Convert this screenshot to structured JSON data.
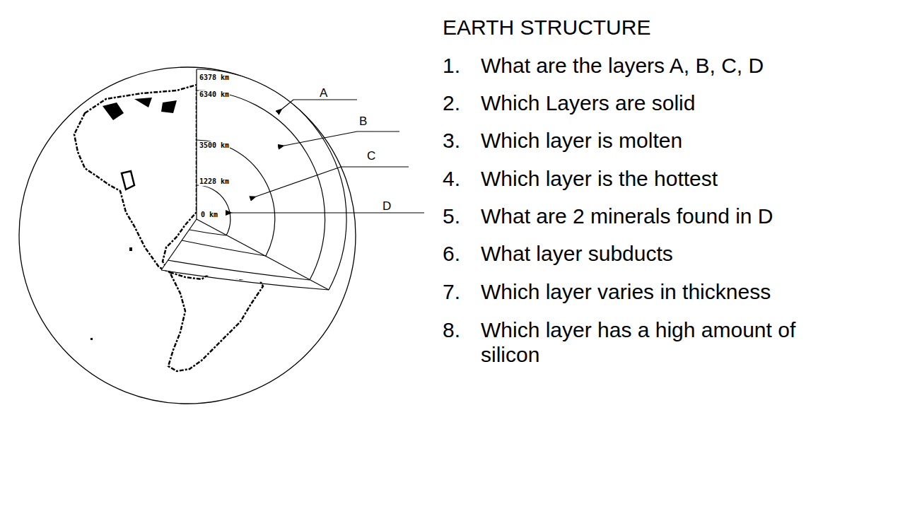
{
  "diagram": {
    "title": "EARTH STRUCTURE",
    "labels": [
      "6378 km",
      "6340 km",
      "3500 km",
      "1228 km",
      "0 km",
      "A",
      "B",
      "C",
      "D",
      "1.",
      "What are the layers A, B, C, D",
      "2.",
      "Which Layers are solid",
      "3.",
      "Which layer is molten",
      "4.",
      "Which layer is the hottest",
      "5.",
      "What are 2 minerals found in D",
      "6.",
      "What layer subducts",
      "7.",
      "Which layer varies in thickness",
      "8.",
      "Which layer has a high amount of silicon"
    ]
  }
}
